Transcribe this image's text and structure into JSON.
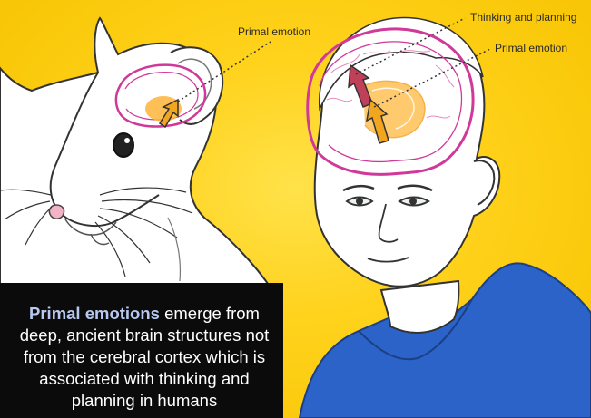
{
  "labels": {
    "rat_primal": "Primal emotion",
    "human_thinking": "Thinking and planning",
    "human_primal": "Primal emotion"
  },
  "caption": {
    "highlight": "Primal emotions",
    "rest": " emerge from deep, ancient brain structures not from the cerebral cortex which is associated with thinking and planning in humans"
  },
  "colors": {
    "background": "#ffd21c",
    "cortex_outline": "#d0399a",
    "thinking_arrow": "#c0405a",
    "primal_arrow": "#f0a020",
    "shirt": "#2b63c8",
    "caption_highlight": "#b8c8ee"
  }
}
